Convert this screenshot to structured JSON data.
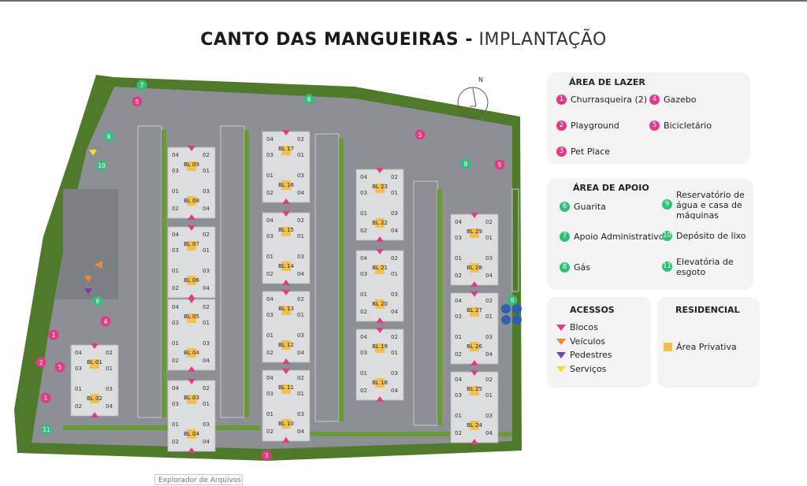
{
  "title": {
    "bold": "CANTO DAS MANGUEIRAS -",
    "thin": "IMPLANTAÇÃO"
  },
  "compass_label": "N",
  "lazer": {
    "heading": "ÁREA DE LAZER",
    "items": [
      {
        "num": "1",
        "label": "Churrasqueira (2)"
      },
      {
        "num": "2",
        "label": "Playground"
      },
      {
        "num": "3",
        "label": "Pet Place"
      },
      {
        "num": "4",
        "label": "Gazebo"
      },
      {
        "num": "5",
        "label": "Bicicletário"
      }
    ]
  },
  "apoio": {
    "heading": "ÁREA DE APOIO",
    "items": [
      {
        "num": "6",
        "label": "Guarita"
      },
      {
        "num": "7",
        "label": "Apoio Administrativo"
      },
      {
        "num": "8",
        "label": "Gás"
      },
      {
        "num": "9",
        "label": "Reservatório de água e casa de máquinas"
      },
      {
        "num": "10",
        "label": "Depósito de lixo"
      },
      {
        "num": "11",
        "label": "Elevatória de esgoto"
      }
    ]
  },
  "acessos": {
    "heading": "ACESSOS",
    "items": [
      {
        "label": "Blocos",
        "color": "#e23b83"
      },
      {
        "label": "Veículos",
        "color": "#f08a2a"
      },
      {
        "label": "Pedestres",
        "color": "#7a3fa6"
      },
      {
        "label": "Serviços",
        "color": "#f3dc2a"
      }
    ]
  },
  "residencial": {
    "heading": "RESIDENCIAL",
    "item": "Área Privativa",
    "color": "#f2c04c"
  },
  "block_labels": [
    "BL 01",
    "BL 02",
    "BL 03",
    "BL 04",
    "BL 05",
    "BL 06",
    "BL 07",
    "BL 08",
    "BL 09",
    "BL 10",
    "BL 11",
    "BL 12",
    "BL 13",
    "BL 14",
    "BL 15",
    "BL 16",
    "BL 17",
    "BL 18",
    "BL 19",
    "BL 20",
    "BL 21",
    "BL 22",
    "BL 23",
    "BL 24",
    "BL 25",
    "BL 26",
    "BL 27",
    "BL 28",
    "BL 29"
  ],
  "unit_labels": [
    "01",
    "02",
    "03",
    "04"
  ],
  "map_markers": [
    "1",
    "1",
    "2",
    "3",
    "4",
    "5",
    "5",
    "5",
    "5",
    "6",
    "7",
    "8",
    "8",
    "8",
    "9",
    "10",
    "11"
  ],
  "tooltip": "Explorador de Arquivos",
  "colors": {
    "grass": "#4f7a2a",
    "road": "#8c8f93",
    "building": "#d9dadc",
    "pink": "#e23b83",
    "green": "#2fbf7a"
  }
}
